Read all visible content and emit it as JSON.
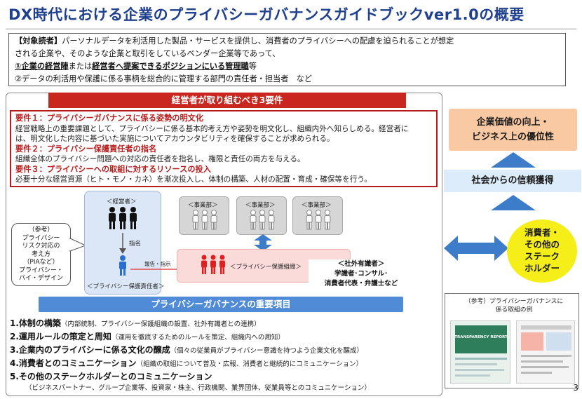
{
  "title": "DX時代における企業のプライバシーガバナンスガイドブックver1.0の概要",
  "target": {
    "label": "【対象読者】",
    "line1": "パーソナルデータを利活用した製品・サービスを提供し、消費者のプライバシーへの配慮を迫られることが想定",
    "line2": "される企業や、そのような企業と取引をしているベンダー企業等であって、",
    "item1_a": "①企業の経営陣",
    "item1_b": "または",
    "item1_c": "経営者へ提案できるポジションにいる管理職",
    "item1_d": "等",
    "item2": "②データの利活用や保護に係る事柄を総合的に管理する部門の責任者・担当者　など"
  },
  "requirements": {
    "banner": "経営者が取り組むべき3要件",
    "items": [
      {
        "head": "要件１：プライバシーガバナンスに係る姿勢の明文化",
        "body1": "経営戦略上の重要課題として、プライバシーに係る基本的考え方や姿勢を明文化し、組織内外へ知らしめる。経営者に",
        "body2": "は、明文化した内容に基づいた実施についてアカウンタビリティを確保することが求められる。"
      },
      {
        "head": "要件２：プライバシー保護責任者の指名",
        "body1": "組織全体のプライバシー問題への対応の責任者を指名し、権限と責任の両方を与える。",
        "body2": ""
      },
      {
        "head": "要件３：プライバシーへの取組に対するリソースの投入",
        "body1": "必要十分な経営資源（ヒト・モノ・カネ）を漸次投入し、体制の構築、人材の配置・育成・確保等を行う。",
        "body2": ""
      }
    ]
  },
  "org": {
    "executive": "＜経営者＞",
    "appoint": "指名",
    "officer": "＜プライバシー保護責任者＞",
    "report": "報告・指示",
    "dept": "＜事業部＞",
    "privacy_org": "＜プライバシー保護組織＞",
    "external_1": "＜社外有識者＞",
    "external_2": "学識者･コンサル･",
    "external_3": "消費者代表・弁護士など"
  },
  "callout": {
    "l1": "（参考）",
    "l2": "プライバシー",
    "l3": "リスク対応の",
    "l4": "考え方",
    "l5": "（PIAなど）",
    "l6": "プライバシー・",
    "l7": "バイ・デザイン"
  },
  "governance": {
    "banner": "プライバシーガバナンスの重要項目",
    "items": [
      {
        "title": "1.体制の構築",
        "desc": "（内部統制、プライバシー保護組織の設置、社外有識者との連携）"
      },
      {
        "title": "2.運用ルールの策定と周知",
        "desc": "（運用を徹底するためのルールを策定、組織内への周知）"
      },
      {
        "title": "3.企業内のプライバシーに係る文化の醸成",
        "desc": "（個々の従業員がプライバシー意識を持つよう企業文化を醸成）"
      },
      {
        "title": "4.消費者とのコミュニケーション",
        "desc": "（組織の取組について普及・広報、消費者と継続的にコミュニケーション）"
      },
      {
        "title": "5.その他のステークホルダーとのコミュニケーション",
        "desc": "（ビジネスパートナー、グループ企業等、投資家・株主、行政機関、業界団体、従業員等とのコミュニケーション）"
      }
    ]
  },
  "right": {
    "value_l1": "企業価値の向上・",
    "value_l2": "ビジネス上の優位性",
    "trust": "社会からの信頼獲得",
    "stake_l1": "消費者・",
    "stake_l2": "その他の",
    "stake_l3": "ステーク",
    "stake_l4": "ホルダー",
    "ref_l1": "（参考）プライバシーガバナンスに",
    "ref_l2": "係る取組の例",
    "thumb_title": "TRANSPARENCY REPORT"
  },
  "page_number": "3",
  "colors": {
    "title": "#1f3f8f",
    "red_banner": "#c8261e",
    "blue_banner": "#4f8bd6",
    "peach": "#f9c9a4",
    "yellow": "#f6ee18"
  }
}
